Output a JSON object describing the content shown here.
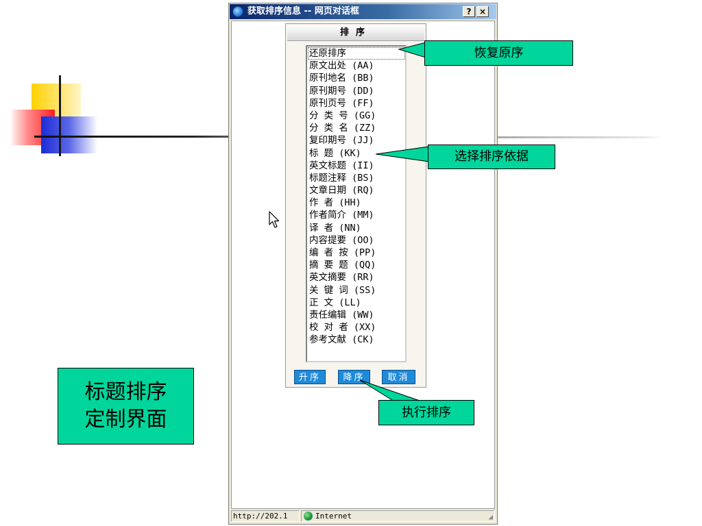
{
  "dialog": {
    "title": "获取排序信息 -- 网页对话框",
    "help_label": "?",
    "close_label": "×"
  },
  "sort_panel": {
    "header": "排序",
    "options": [
      "还原排序",
      "原文出处 (AA)",
      "原刊地名 (BB)",
      "原刊期号 (DD)",
      "原刊页号 (FF)",
      "分 类 号 (GG)",
      "分 类 名 (ZZ)",
      "复印期号 (JJ)",
      "标 题 (KK)",
      "英文标题 (II)",
      "标题注释 (BS)",
      "文章日期 (RQ)",
      "作 者 (HH)",
      "作者简介 (MM)",
      "译 者 (NN)",
      "内容提要 (OO)",
      "编 者 按 (PP)",
      "摘 要 题 (QQ)",
      "英文摘要 (RR)",
      "关 键 词 (SS)",
      "正 文 (LL)",
      "责任编辑 (WW)",
      "校 对 者 (XX)",
      "参考文献 (CK)"
    ],
    "buttons": {
      "asc": "升序",
      "desc": "降序",
      "cancel": "取消"
    }
  },
  "statusbar": {
    "url": "http://202.1",
    "zone": "Internet"
  },
  "callouts": {
    "restore": "恢复原序",
    "basis": "选择排序依据",
    "execute": "执行排序",
    "title_line1": "标题排序",
    "title_line2": "定制界面"
  },
  "colors": {
    "callout_fill": "#00d69b",
    "button_blue": "#1f8ad8",
    "titlebar_start": "#0a246a",
    "titlebar_end": "#a6caf0"
  }
}
